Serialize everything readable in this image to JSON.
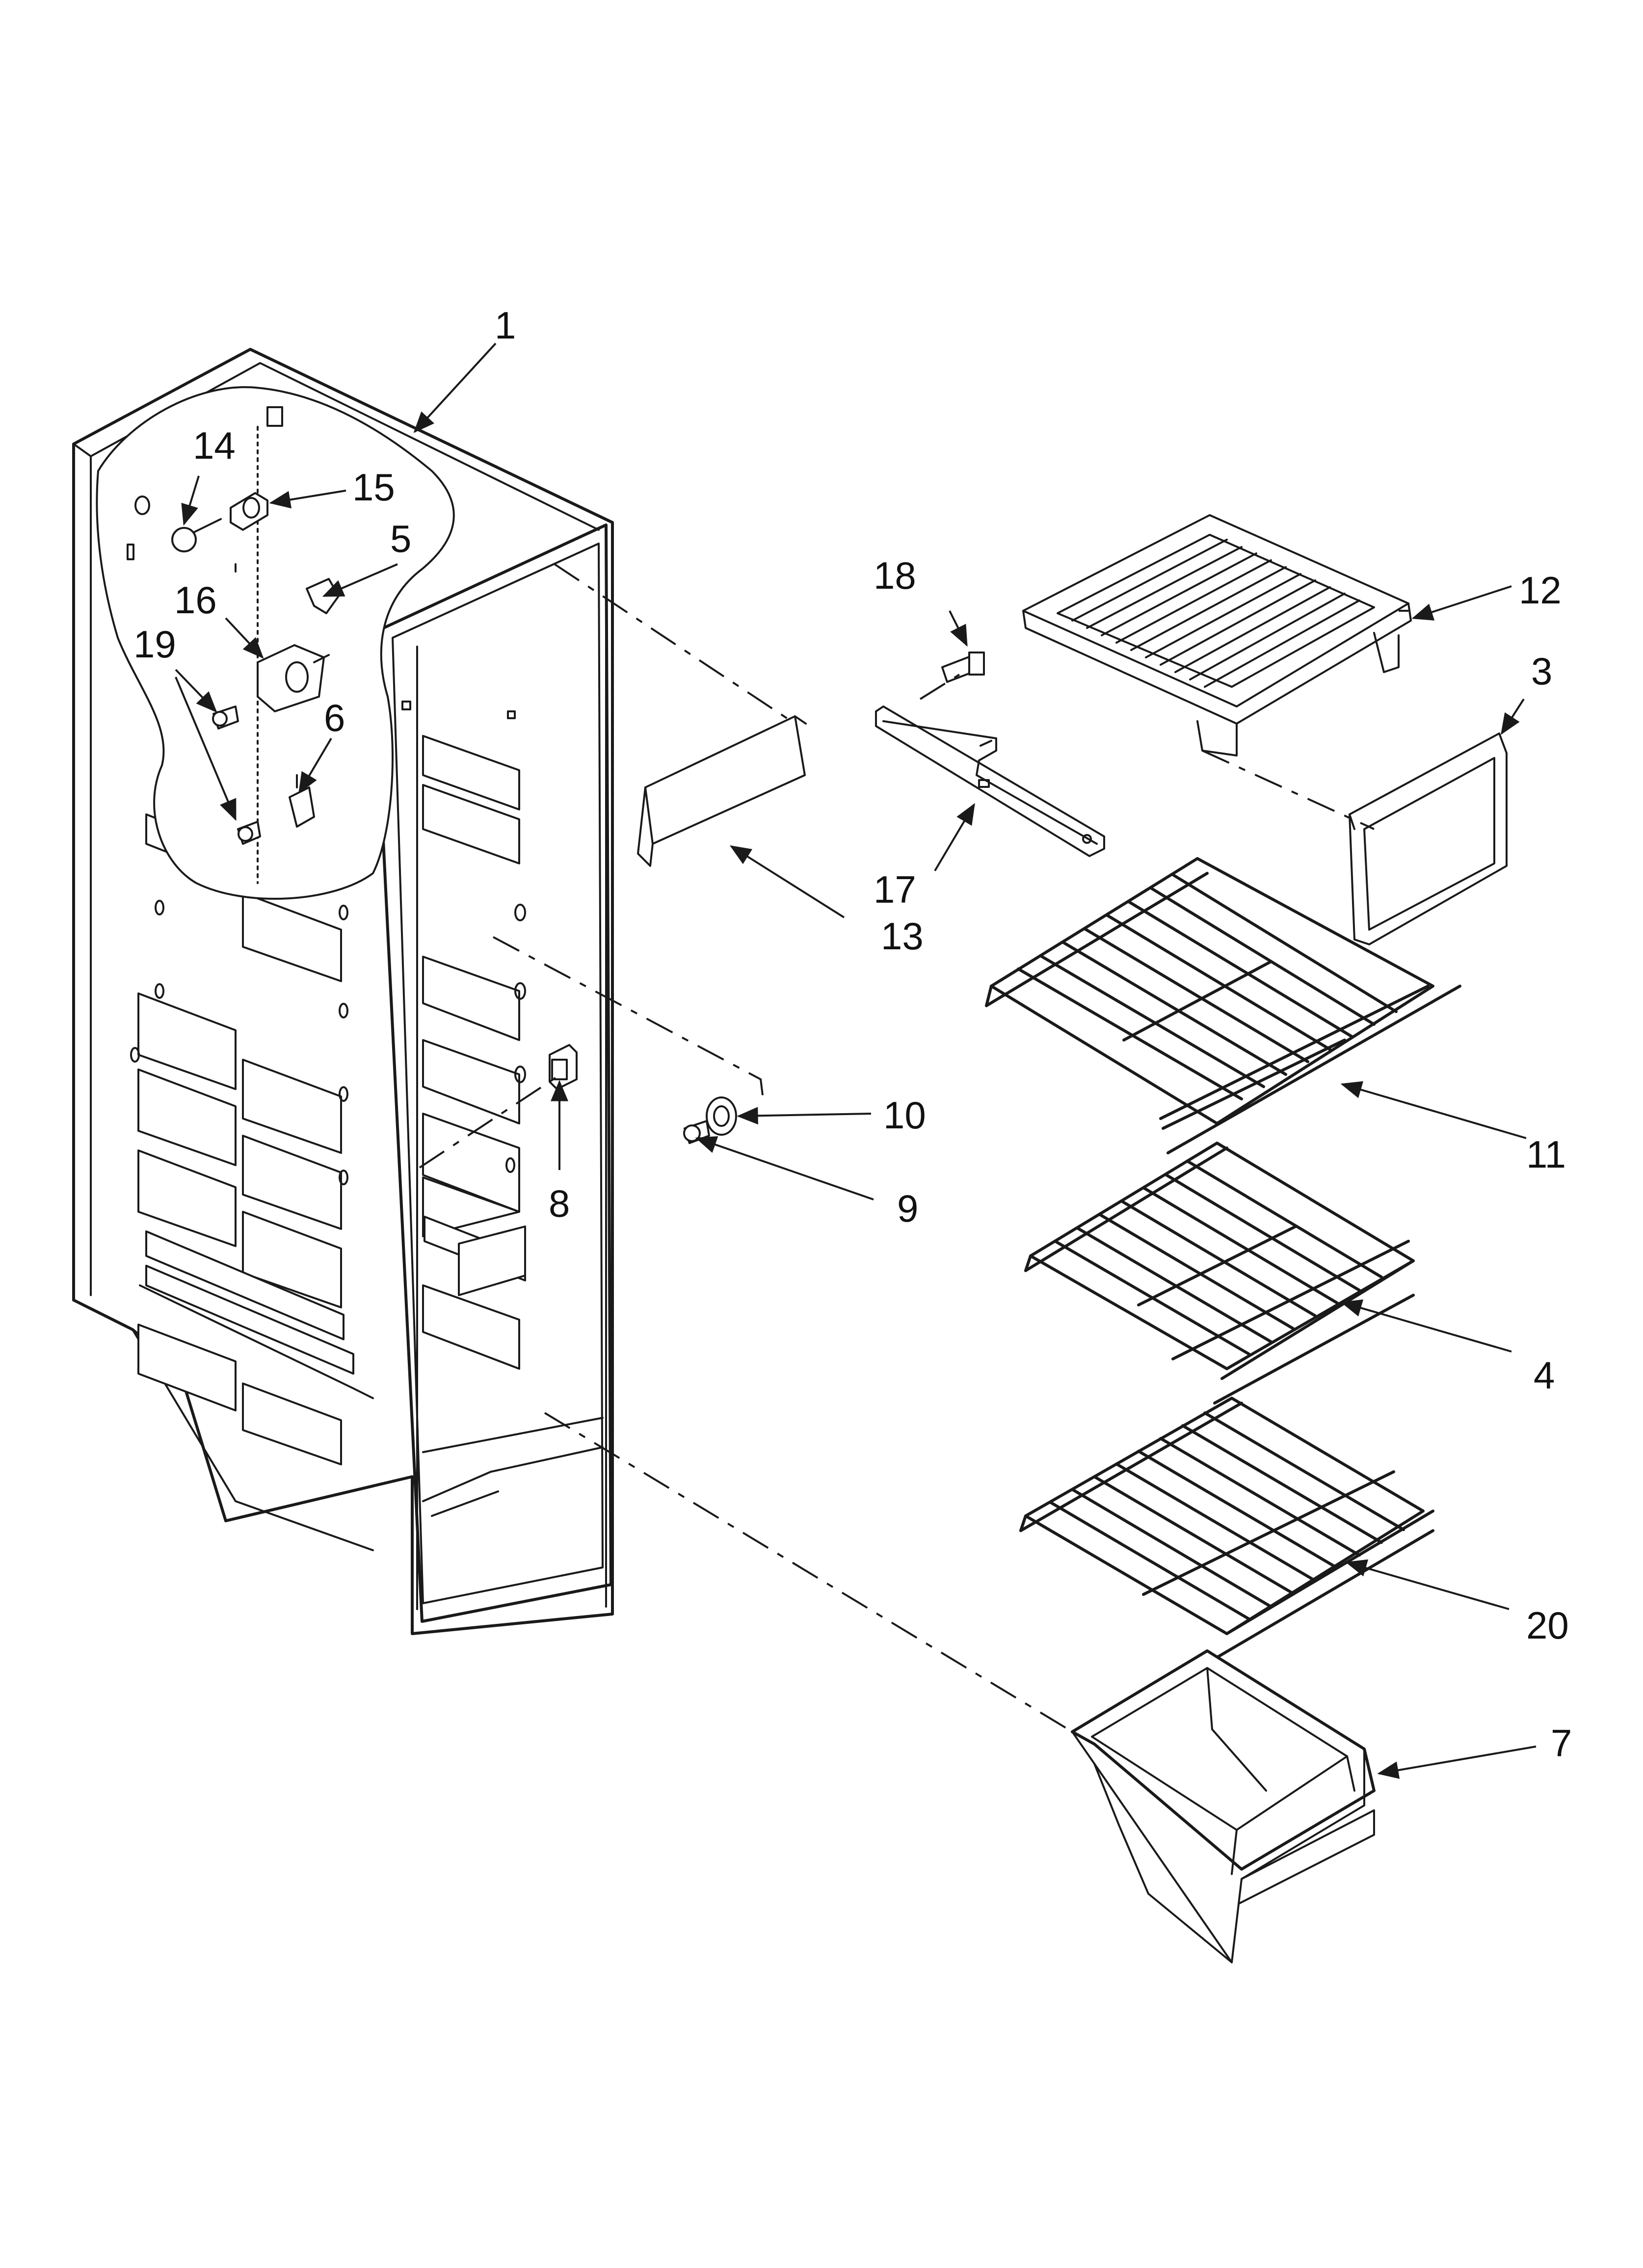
{
  "callouts": [
    {
      "id": "1",
      "label": "1"
    },
    {
      "id": "3",
      "label": "3"
    },
    {
      "id": "4",
      "label": "4"
    },
    {
      "id": "5",
      "label": "5"
    },
    {
      "id": "6",
      "label": "6"
    },
    {
      "id": "7",
      "label": "7"
    },
    {
      "id": "8",
      "label": "8"
    },
    {
      "id": "9",
      "label": "9"
    },
    {
      "id": "10",
      "label": "10"
    },
    {
      "id": "11",
      "label": "11"
    },
    {
      "id": "12",
      "label": "12"
    },
    {
      "id": "13",
      "label": "13"
    },
    {
      "id": "14",
      "label": "14"
    },
    {
      "id": "15",
      "label": "15"
    },
    {
      "id": "16",
      "label": "16"
    },
    {
      "id": "17",
      "label": "17"
    },
    {
      "id": "18",
      "label": "18"
    },
    {
      "id": "19",
      "label": "19"
    },
    {
      "id": "20",
      "label": "20"
    }
  ]
}
